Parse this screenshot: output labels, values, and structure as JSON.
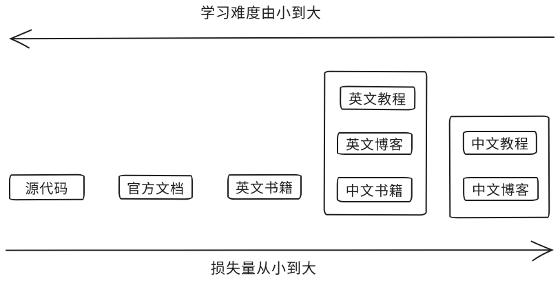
{
  "diagram": {
    "axes": {
      "top": {
        "label": "学习难度由小到大",
        "direction": "left"
      },
      "bottom": {
        "label": "损失量从小到大",
        "direction": "right"
      }
    },
    "nodes": [
      {
        "label": "源代码"
      },
      {
        "label": "官方文档"
      },
      {
        "label": "英文书籍"
      }
    ],
    "groups": [
      {
        "items": [
          {
            "label": "英文教程"
          },
          {
            "label": "英文博客"
          },
          {
            "label": "中文书籍"
          }
        ]
      },
      {
        "items": [
          {
            "label": "中文教程"
          },
          {
            "label": "中文博客"
          }
        ]
      }
    ],
    "colors": {
      "stroke": "#1e1e1e",
      "background": "#ffffff"
    }
  }
}
